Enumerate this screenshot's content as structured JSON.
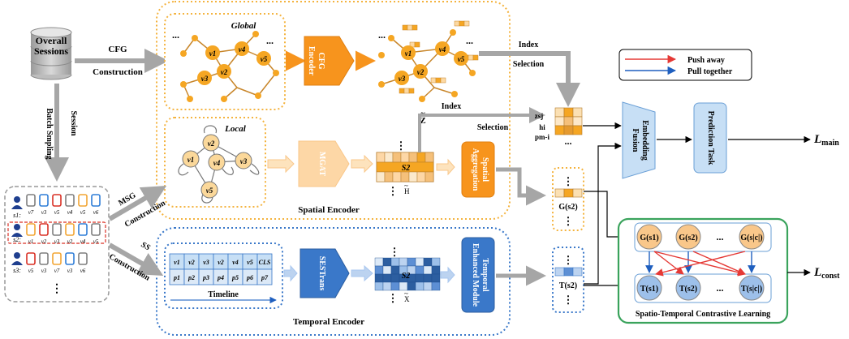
{
  "sessions": {
    "title_line1": "Overall",
    "title_line2": "Sessions"
  },
  "cfg_arrow": {
    "line1": "CFG",
    "line2": "Construction"
  },
  "batch_arrow": {
    "line1": "Session",
    "line2": "Batch Smpling"
  },
  "global_graph": {
    "title": "Global",
    "ellipsis_left": "...",
    "ellipsis_right": "...",
    "nodes": [
      "v1",
      "v2",
      "v3",
      "v4",
      "v5"
    ]
  },
  "cfg_encoder": {
    "line1": "CFG",
    "line2": "Encoder"
  },
  "z_graph": {
    "ellipsis_left": "...",
    "ellipsis_right": "...",
    "label": "Z",
    "nodes": [
      "v1",
      "v2",
      "v3",
      "v4",
      "v5"
    ]
  },
  "index_selection_top": {
    "line1": "Index",
    "line2": "Selection"
  },
  "index_selection_mid": {
    "line1": "Index",
    "line2": "Selection"
  },
  "legend": {
    "push": "Push away",
    "pull": "Pull together",
    "push_color": "#e53935",
    "pull_color": "#1f5fbf"
  },
  "local_graph": {
    "title": "Local",
    "nodes": [
      "v1",
      "v2",
      "v3",
      "v4",
      "v5"
    ]
  },
  "mgat": {
    "label": "MGAT"
  },
  "h_matrix": {
    "label": "S2",
    "var": "H",
    "dots": "⋮"
  },
  "spatial_aggregation": {
    "line1": "Spatial",
    "line2": "Aggregation"
  },
  "spatial_encoder": {
    "label": "Spatial Encoder"
  },
  "select_labels": {
    "z": "zsj",
    "h": "hi",
    "p": "pm-i",
    "dots": "..."
  },
  "embedding_fusion": {
    "line1": "Embedding",
    "line2": "Fusion"
  },
  "prediction_task": {
    "line1": "Prediction Task"
  },
  "loss_main": {
    "symbol": "L",
    "sub": "main"
  },
  "loss_const": {
    "symbol": "L",
    "sub": "const"
  },
  "g_column": {
    "label": "G(s2)",
    "dots": "⋮"
  },
  "t_column": {
    "label": "T(s2)",
    "dots": "⋮"
  },
  "session_list": {
    "rows": [
      {
        "label": "s1:",
        "items": [
          "v7",
          "v3",
          "v5",
          "v4",
          "v5",
          "v6"
        ]
      },
      {
        "label": "s2:",
        "items": [
          "v1",
          "v2",
          "v3",
          "v2",
          "v4",
          "v5"
        ]
      },
      {
        "label": "s3:",
        "items": [
          "v5",
          "v3",
          "v7",
          "v3",
          "v6"
        ]
      }
    ],
    "dots": "⋮"
  },
  "msg_arrow": {
    "line1": "MSG",
    "line2": "Construction"
  },
  "ss_arrow": {
    "line1": "SS",
    "line2": "Construction"
  },
  "timeline": {
    "top": [
      "v1",
      "v2",
      "v3",
      "v2",
      "v4",
      "v5",
      "CLS"
    ],
    "bottom": [
      "p1",
      "p2",
      "p3",
      "p4",
      "p5",
      "p6",
      "p7"
    ],
    "label": "Timeline"
  },
  "sestrans": {
    "label": "SESTrans"
  },
  "x_matrix": {
    "label": "S2",
    "var": "X",
    "dots": "⋮"
  },
  "temporal_module": {
    "line1": "Temporal",
    "line2": "Enhanced Module"
  },
  "temporal_encoder": {
    "label": "Temporal Encoder"
  },
  "contrastive": {
    "g_nodes": [
      "G(s1)",
      "G(s2)",
      "G(s|c|)"
    ],
    "t_nodes": [
      "T(s1)",
      "T(s2)",
      "T(s|c|)"
    ],
    "ellipsis": "...",
    "title": "Spatio-Temporal Contrastive Learning"
  }
}
